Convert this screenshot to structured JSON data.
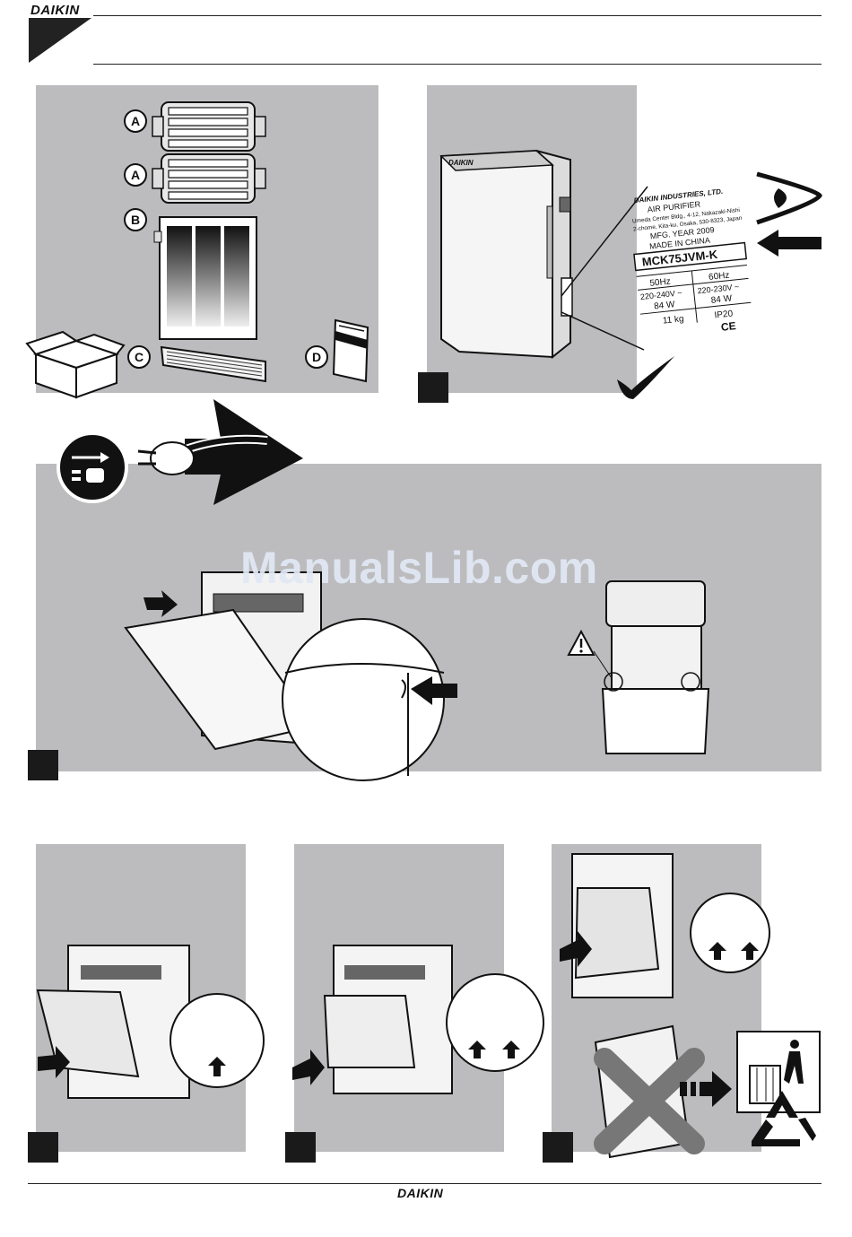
{
  "header": {
    "brand": "DAIKIN"
  },
  "footer": {
    "brand": "DAIKIN"
  },
  "watermark": "ManualsLib.com",
  "parts": {
    "a1": "A",
    "a2": "A",
    "b": "B",
    "c": "C",
    "d": "D"
  },
  "rating_label": {
    "manufacturer": "DAIKIN INDUSTRIES, LTD.",
    "product": "AIR PURIFIER",
    "address1": "Umeda Center Bldg., 4-12, Nakazaki-Nishi",
    "address2": "2-chome, Kita-ku, Osaka, 530-8323, Japan",
    "year": "MFG. YEAR 2009",
    "origin": "MADE IN CHINA",
    "model": "MCK75JVM-K",
    "freq1": "50Hz",
    "freq2": "60Hz",
    "volt1": "220-240V ~",
    "volt2": "220-230V ~",
    "power1": "84 W",
    "power2": "84 W",
    "weight": "11 kg",
    "ip": "IP20",
    "ce": "CE"
  },
  "colors": {
    "panel": "#bcbcbe",
    "step_box": "#1a1a1a",
    "watermark": "#e1e8f5"
  },
  "icons": [
    "unplug-icon",
    "plug-icon",
    "box-icon",
    "manual-icon",
    "checkmark-icon",
    "eye-icon",
    "warning-icon",
    "cross-icon",
    "trash-bin-icon",
    "recycle-icon"
  ]
}
